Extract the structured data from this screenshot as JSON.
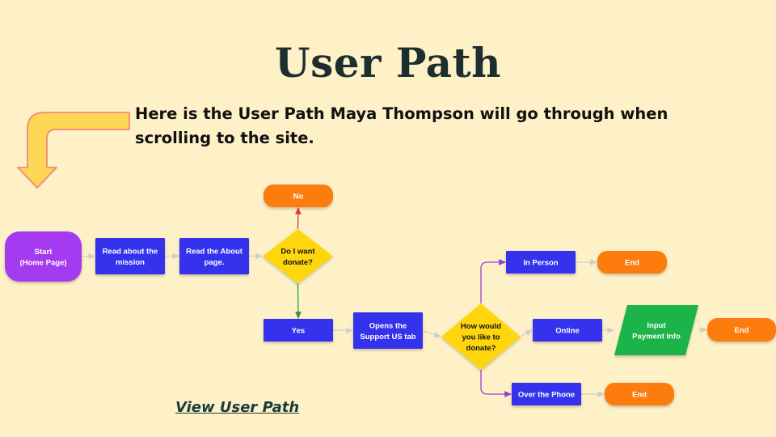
{
  "slide": {
    "title": "User Path",
    "intro": "Here is the User Path Maya Thompson will go through when scrolling to the site.",
    "link_text": "View User Path"
  },
  "colors": {
    "background": "#FEF1C7",
    "arrow_fill": "#FDD755",
    "arrow_stroke": "#F4917B",
    "start": "#A53BF0",
    "process": "#3430EE",
    "decision": "#FFD60A",
    "end": "#FC7B07",
    "input": "#1EB34A",
    "connector": "#D6D6D6",
    "no_arrow": "#E53935",
    "yes_arrow": "#2E9E34",
    "branch_arrow": "#9B3DDB"
  },
  "icons": [
    "bent-arrow-icon"
  ],
  "flowchart": {
    "nodes": [
      {
        "id": "start",
        "shape": "start",
        "lines": [
          "Start",
          "(Home Page)"
        ]
      },
      {
        "id": "mission",
        "shape": "process",
        "lines": [
          "Read about the",
          "mission"
        ]
      },
      {
        "id": "about",
        "shape": "process",
        "lines": [
          "Read the About",
          "page."
        ]
      },
      {
        "id": "want_donate",
        "shape": "decision",
        "lines": [
          "Do I want",
          "donate?"
        ]
      },
      {
        "id": "no",
        "shape": "terminal",
        "lines": [
          "No"
        ]
      },
      {
        "id": "yes",
        "shape": "process",
        "lines": [
          "Yes"
        ]
      },
      {
        "id": "support_tab",
        "shape": "process",
        "lines": [
          "Opens the",
          "Support US tab"
        ]
      },
      {
        "id": "how_donate",
        "shape": "decision",
        "lines": [
          "How would",
          "you like to",
          "donate?"
        ]
      },
      {
        "id": "in_person",
        "shape": "process",
        "lines": [
          "In Person"
        ]
      },
      {
        "id": "end_person",
        "shape": "terminal",
        "lines": [
          "End"
        ]
      },
      {
        "id": "online",
        "shape": "process",
        "lines": [
          "Online"
        ]
      },
      {
        "id": "payment_info",
        "shape": "input",
        "lines": [
          "Input",
          "Payment Info"
        ]
      },
      {
        "id": "end_online",
        "shape": "terminal",
        "lines": [
          "End"
        ]
      },
      {
        "id": "phone",
        "shape": "process",
        "lines": [
          "Over the Phone"
        ]
      },
      {
        "id": "end_phone",
        "shape": "terminal",
        "lines": [
          "End"
        ]
      }
    ],
    "edges": [
      {
        "from": "start",
        "to": "mission",
        "kind": "plain"
      },
      {
        "from": "mission",
        "to": "about",
        "kind": "plain"
      },
      {
        "from": "about",
        "to": "want_donate",
        "kind": "plain"
      },
      {
        "from": "want_donate",
        "to": "no",
        "kind": "no"
      },
      {
        "from": "want_donate",
        "to": "yes",
        "kind": "yes"
      },
      {
        "from": "yes",
        "to": "support_tab",
        "kind": "plain"
      },
      {
        "from": "support_tab",
        "to": "how_donate",
        "kind": "plain"
      },
      {
        "from": "how_donate",
        "to": "in_person",
        "kind": "branch"
      },
      {
        "from": "how_donate",
        "to": "online",
        "kind": "plain"
      },
      {
        "from": "how_donate",
        "to": "phone",
        "kind": "branch"
      },
      {
        "from": "in_person",
        "to": "end_person",
        "kind": "plain"
      },
      {
        "from": "online",
        "to": "payment_info",
        "kind": "plain"
      },
      {
        "from": "payment_info",
        "to": "end_online",
        "kind": "plain"
      },
      {
        "from": "phone",
        "to": "end_phone",
        "kind": "plain"
      }
    ]
  }
}
